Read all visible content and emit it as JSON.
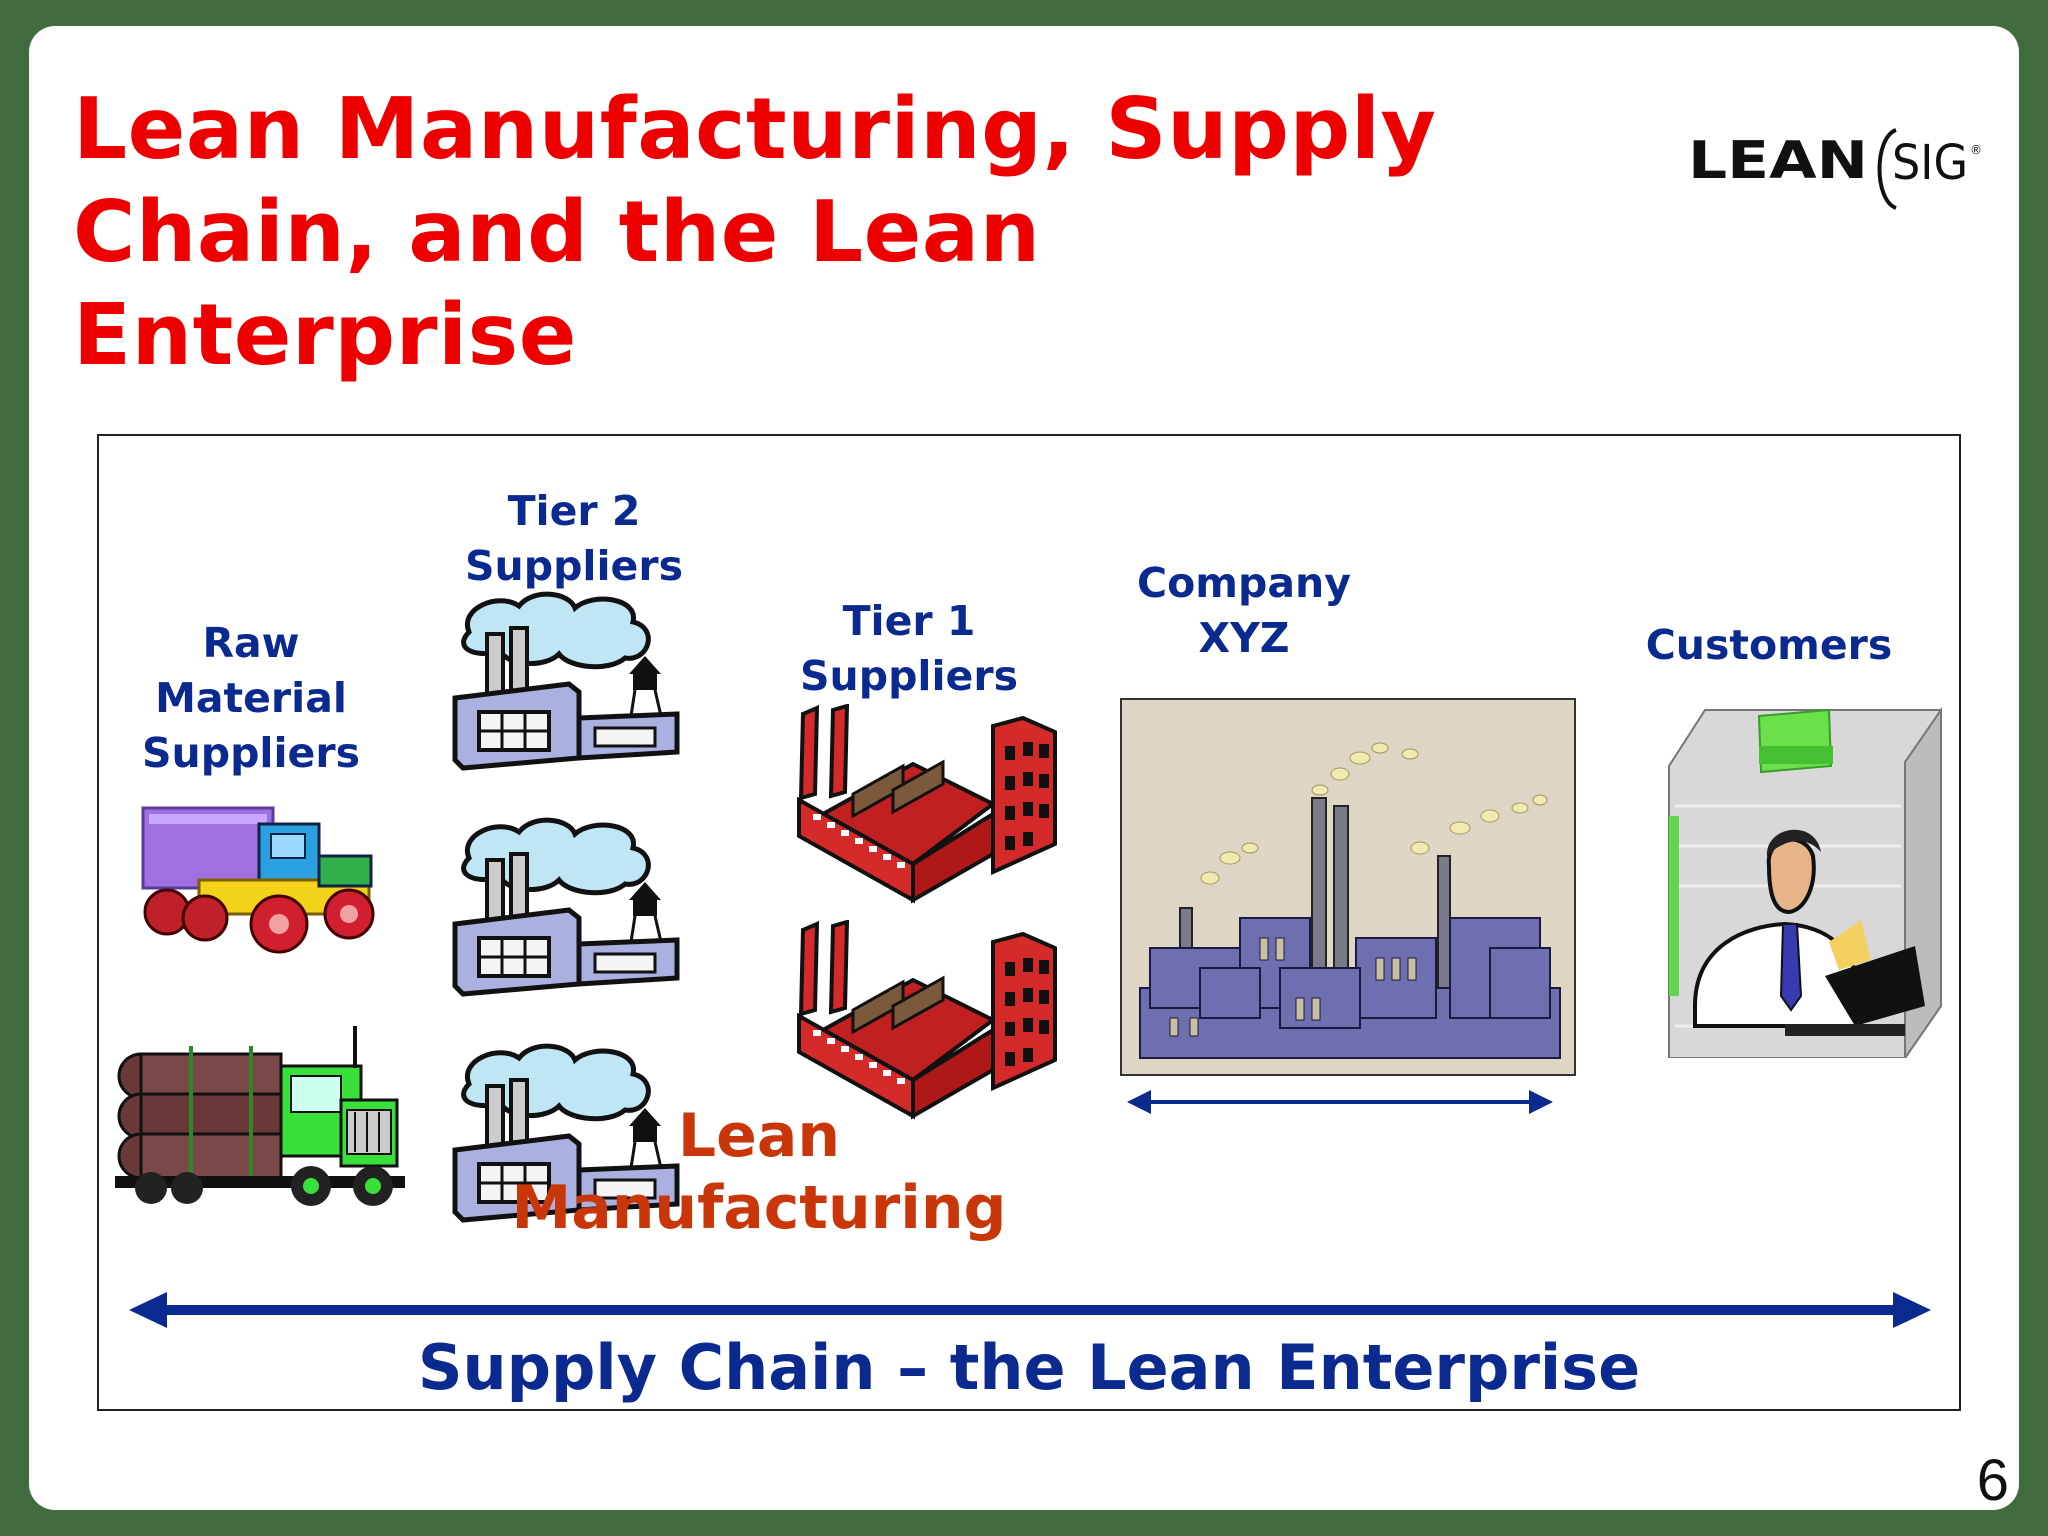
{
  "slide": {
    "title": "Lean Manufacturing, Supply Chain, and the Lean Enterprise",
    "logo_text": "LEAN",
    "logo_sig": "SIG",
    "page_number": "6"
  },
  "diagram": {
    "raw_material": "Raw\nMaterial\nSuppliers",
    "tier2": "Tier 2\nSuppliers",
    "tier1": "Tier 1\nSuppliers",
    "company": "Company\nXYZ",
    "customers": "Customers",
    "lean_manufacturing": "Lean\nManufacturing",
    "supply_chain": "Supply Chain –  the Lean Enterprise"
  },
  "colors": {
    "title": "#ee0000",
    "label": "#0b2a8f",
    "lean": "#c9360a",
    "background": "#3f6b3f"
  }
}
